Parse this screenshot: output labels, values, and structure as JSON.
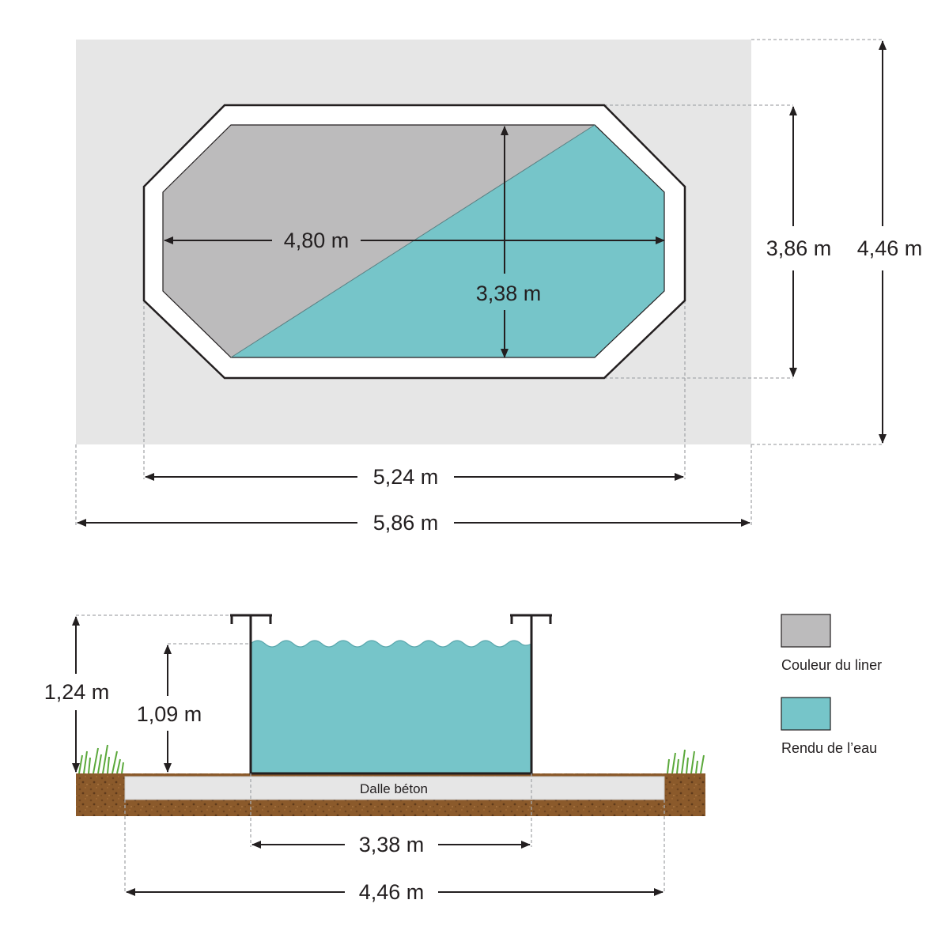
{
  "top_view": {
    "inner_length": "4,80 m",
    "inner_width": "3,38 m",
    "structure_width": "3,86 m",
    "slab_width": "4,46 m",
    "structure_length": "5,24 m",
    "slab_length": "5,86 m"
  },
  "side_view": {
    "wall_height": "1,24 m",
    "water_height": "1,09 m",
    "slab_label": "Dalle béton",
    "pool_width": "3,38 m",
    "slab_width": "4,46 m"
  },
  "legend": [
    {
      "label": "Couleur du liner",
      "color": "#bcbbbc"
    },
    {
      "label": "Rendu de l’eau",
      "color": "#76c5c9"
    }
  ],
  "colors": {
    "slab": "#e6e6e6",
    "liner": "#bcbbbc",
    "water": "#76c5c9",
    "frame": "#231f20",
    "soil": "#8b5a2b",
    "grass": "#5aa83a"
  }
}
